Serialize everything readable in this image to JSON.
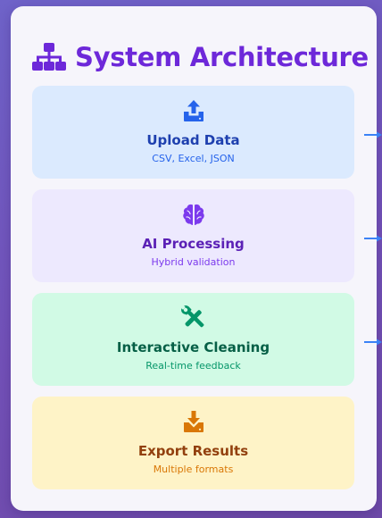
{
  "header": {
    "title": "System Architecture",
    "icon": "sitemap-icon",
    "color": "#6d28d9"
  },
  "steps": [
    {
      "label": "Upload Data",
      "sub": "CSV, Excel, JSON",
      "icon": "upload-icon",
      "bg_color": "#dbeafe",
      "color": "#2563eb"
    },
    {
      "label": "AI Processing",
      "sub": "Hybrid validation",
      "icon": "brain-icon",
      "bg_color": "#ede9fe",
      "color": "#7c3aed"
    },
    {
      "label": "Interactive Cleaning",
      "sub": "Real-time feedback",
      "icon": "tools-icon",
      "bg_color": "#d1fae5",
      "color": "#059669"
    },
    {
      "label": "Export Results",
      "sub": "Multiple formats",
      "icon": "download-icon",
      "bg_color": "#fef3c7",
      "color": "#d97706"
    }
  ],
  "connectors": {
    "color": "#3b82f6"
  }
}
